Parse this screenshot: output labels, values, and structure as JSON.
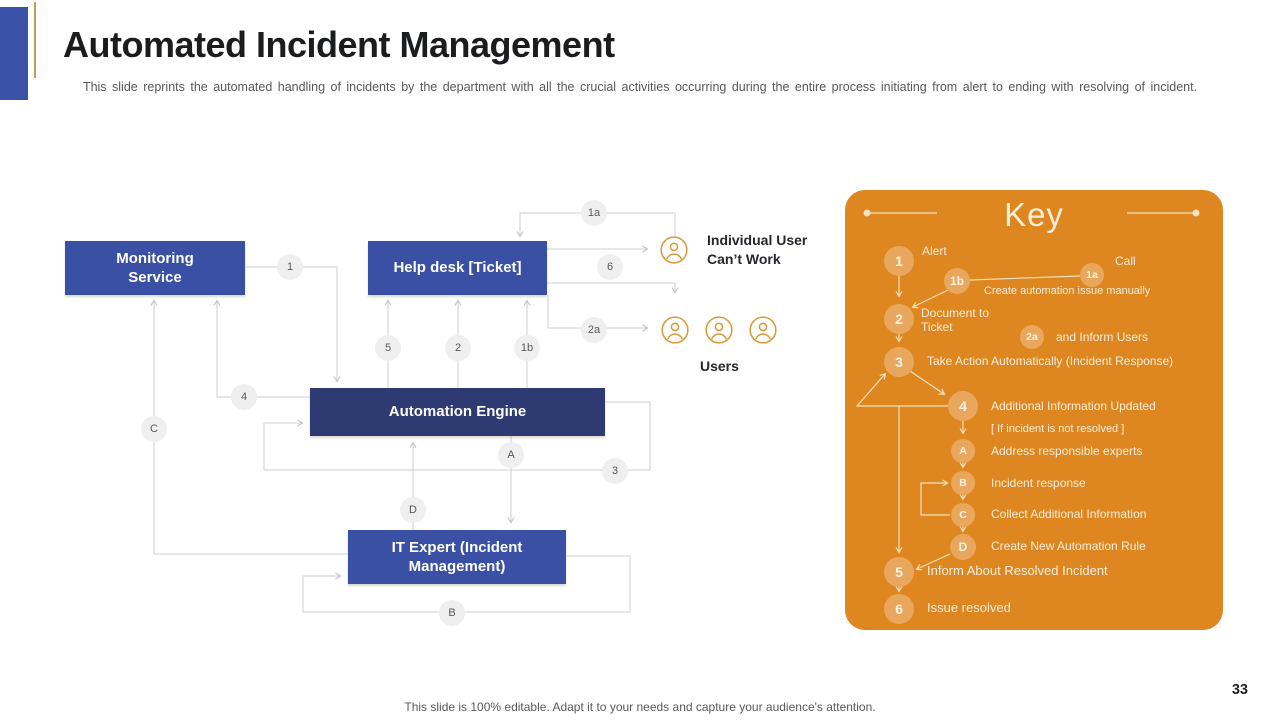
{
  "slide": {
    "title": "Automated Incident Management",
    "subtitle": "This slide reprints the automated handling of incidents by the department with all the crucial activities occurring during the entire process initiating from alert to ending with resolving of incident.",
    "footer": "This slide is 100% editable. Adapt it to your needs and capture your audience's attention.",
    "page_number": "33"
  },
  "colors": {
    "accent_blue": "#3a50a5",
    "accent_navy": "#2e3b72",
    "accent_orange": "#de861f",
    "gold_line": "#bd9e5c",
    "connector_gray": "#cbcfd5",
    "badge_gray": "#efefef",
    "key_circle_orange": "#e9a75d",
    "user_icon_orange": "#d9993b"
  },
  "diagram": {
    "boxes": {
      "monitoring": "Monitoring Service",
      "helpdesk": "Help desk [Ticket]",
      "automation": "Automation Engine",
      "itexpert": "IT Expert (Incident Management)"
    },
    "actors": {
      "individual_line1": "Individual User",
      "individual_line2": "Can’t Work",
      "users": "Users"
    },
    "badges": {
      "b1": "1",
      "b1a": "1a",
      "b6": "6",
      "b2a": "2a",
      "b5": "5",
      "b2": "2",
      "b1b": "1b",
      "b4": "4",
      "bC": "C",
      "bA": "A",
      "b3": "3",
      "bD": "D",
      "bB": "B"
    }
  },
  "key": {
    "title": "Key",
    "steps": {
      "s1": {
        "badge": "1",
        "label": "Alert"
      },
      "s1b": {
        "badge": "1b",
        "label": "Create automation issue manually"
      },
      "s1a": {
        "badge": "1a",
        "label": "Call"
      },
      "s2": {
        "badge": "2",
        "label": "Document to Ticket"
      },
      "s2a": {
        "badge": "2a",
        "label": "and Inform Users"
      },
      "s3": {
        "badge": "3",
        "label": "Take Action Automatically (Incident Response)"
      },
      "s4": {
        "badge": "4",
        "label": "Additional Information Updated"
      },
      "note": "[ If incident is not resolved ]",
      "sA": {
        "badge": "A",
        "label": "Address responsible experts"
      },
      "sB": {
        "badge": "B",
        "label": "Incident response"
      },
      "sC": {
        "badge": "C",
        "label": "Collect Additional Information"
      },
      "sD": {
        "badge": "D",
        "label": "Create New Automation Rule"
      },
      "s5": {
        "badge": "5",
        "label": "Inform About Resolved Incident"
      },
      "s6": {
        "badge": "6",
        "label": "Issue resolved"
      }
    }
  }
}
